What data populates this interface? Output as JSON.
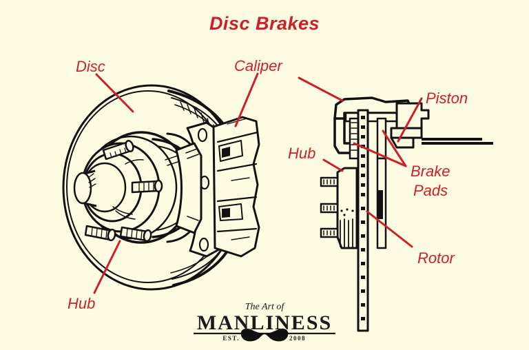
{
  "page": {
    "title": "Disc Brakes",
    "background_color": "#fdfbe2",
    "accent_color": "#cc1f2a",
    "ink_color": "#111111"
  },
  "labels": {
    "disc": "Disc",
    "caliper": "Caliper",
    "piston": "Piston",
    "hub_left": "Hub",
    "hub_right": "Hub",
    "brake_pads_line1": "Brake",
    "brake_pads_line2": "Pads",
    "rotor": "Rotor"
  },
  "diagrams": {
    "left": {
      "name": "disc-brake-assembly-perspective",
      "parts": [
        "Disc",
        "Caliper",
        "Hub"
      ]
    },
    "right": {
      "name": "disc-brake-cross-section",
      "parts": [
        "Piston",
        "Brake Pads",
        "Hub",
        "Rotor"
      ]
    }
  },
  "logo": {
    "script": "The Art of",
    "wordmark": "MANLINESS",
    "est_label": "EST.",
    "est_year": "2008",
    "mark": "mustache-icon"
  }
}
